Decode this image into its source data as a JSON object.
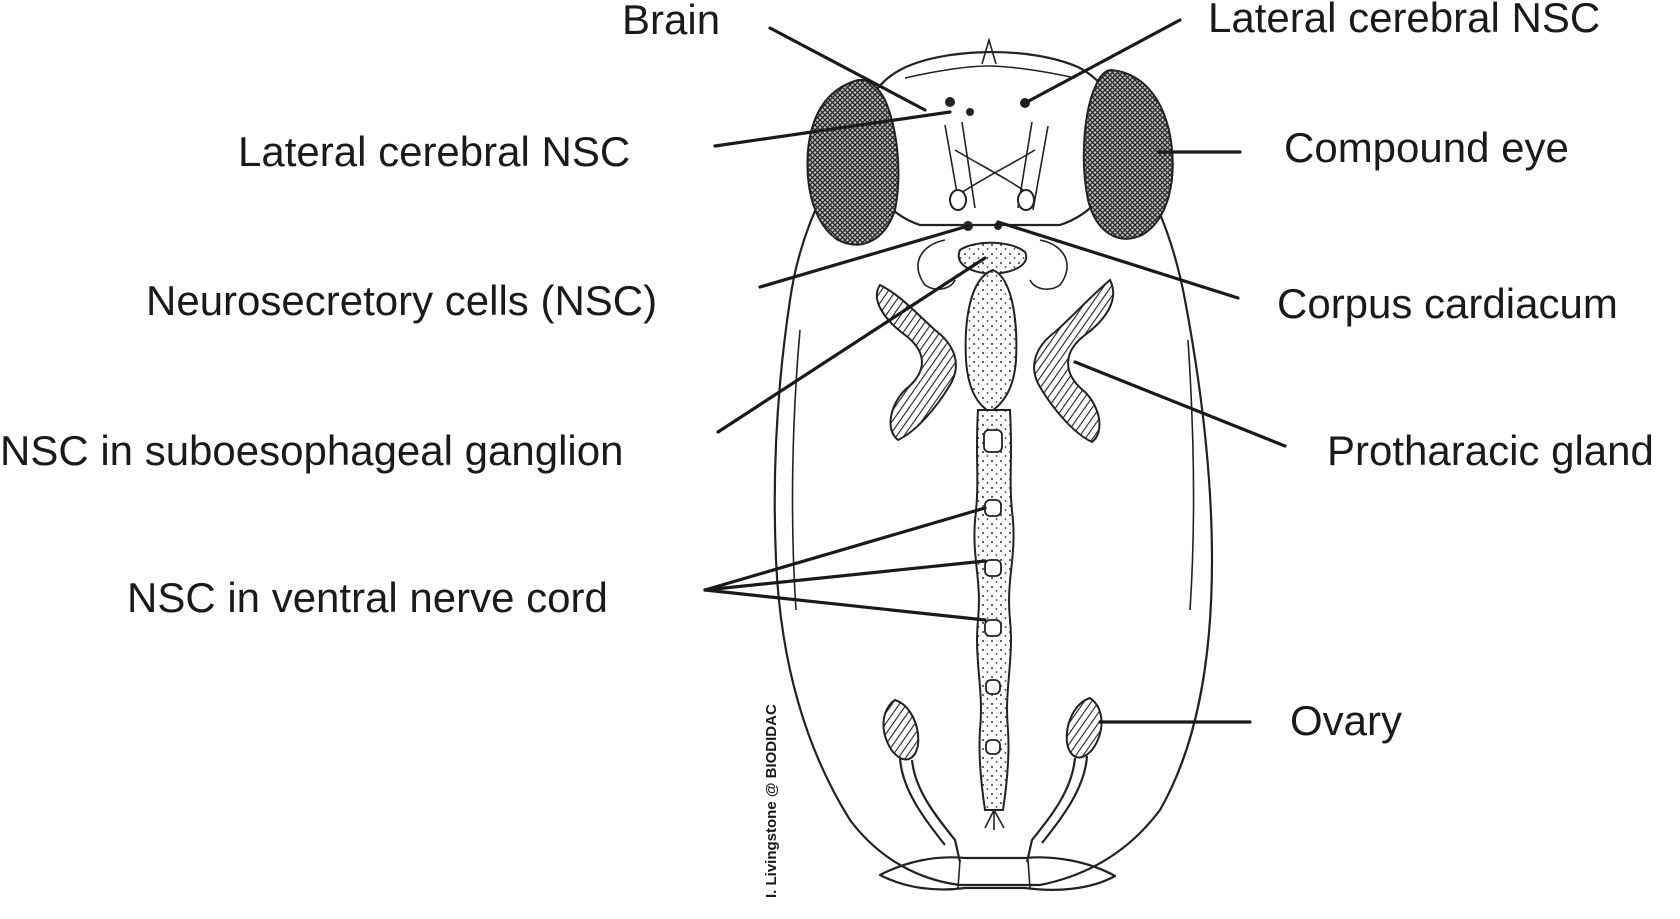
{
  "labels": {
    "brain": "Brain",
    "lateral_nsc_top": "Lateral cerebral NSC",
    "lateral_nsc_left": "Lateral cerebral NSC",
    "compound_eye": "Compound eye",
    "nsc": "Neurosecretory cells (NSC)",
    "corpus_cardiacum": "Corpus cardiacum",
    "nsc_subo": "NSC in suboesophageal ganglion",
    "protharacic": "Protharacic gland",
    "nsc_ventral": "NSC in ventral nerve cord",
    "ovary": "Ovary"
  },
  "credit": "I. Livingstone @ BIODIDAC",
  "colors": {
    "ink": "#1a1a1a",
    "background": "#ffffff"
  }
}
